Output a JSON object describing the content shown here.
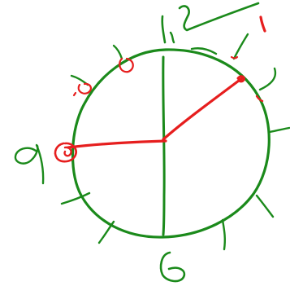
{
  "drawing": {
    "numerals": {
      "twelve": "12",
      "nine": "9",
      "six": "6"
    },
    "colors": {
      "ink_green": "#1b8a1b",
      "ink_red": "#e61e1e",
      "background": "#ffffff"
    }
  }
}
